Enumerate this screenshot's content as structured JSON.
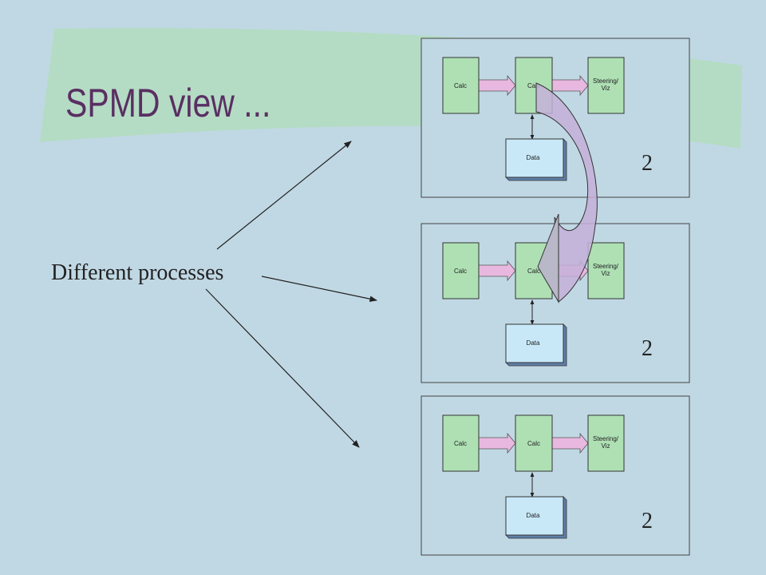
{
  "title": "SPMD view ...",
  "left_label": "Different processes",
  "colors": {
    "background": "#c0d8e4",
    "banner": "#b4dcc4",
    "title": "#5a2f63",
    "box_fill": "#aee0b4",
    "data_fill": "#c8e8f8",
    "pink_arrow": "#e8b8e0",
    "curved_arrow": "#c4b0d8"
  },
  "panels": [
    {
      "calc1": "Calc",
      "calc2": "Calc",
      "steering_line1": "Steering/",
      "steering_line2": "Viz",
      "data": "Data",
      "number": "2"
    },
    {
      "calc1": "Calc",
      "calc2": "Calc",
      "steering_line1": "Steering/",
      "steering_line2": "Viz",
      "data": "Data",
      "number": "2"
    },
    {
      "calc1": "Calc",
      "calc2": "Calc",
      "steering_line1": "Steering/",
      "steering_line2": "Viz",
      "data": "Data",
      "number": "2"
    }
  ]
}
